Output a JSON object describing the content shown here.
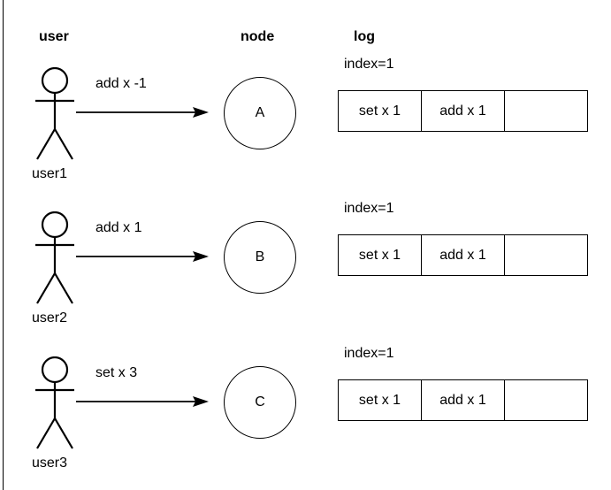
{
  "headers": {
    "user": "user",
    "node": "node",
    "log": "log"
  },
  "rows": [
    {
      "actor_label": "user1",
      "actor_icon": "stick-figure-icon",
      "arrow_label": "add x -1",
      "node_letter": "A",
      "log": {
        "index_label": "index=1",
        "cells": [
          "set x 1",
          "add x 1",
          ""
        ]
      }
    },
    {
      "actor_label": "user2",
      "actor_icon": "stick-figure-icon",
      "arrow_label": "add x 1",
      "node_letter": "B",
      "log": {
        "index_label": "index=1",
        "cells": [
          "set x 1",
          "add x 1",
          ""
        ]
      }
    },
    {
      "actor_label": "user3",
      "actor_icon": "stick-figure-icon",
      "arrow_label": "set x 3",
      "node_letter": "C",
      "log": {
        "index_label": "index=1",
        "cells": [
          "set x 1",
          "add x 1",
          ""
        ]
      }
    }
  ],
  "colors": {
    "stroke": "#000000",
    "background": "#ffffff",
    "text": "#000000"
  }
}
